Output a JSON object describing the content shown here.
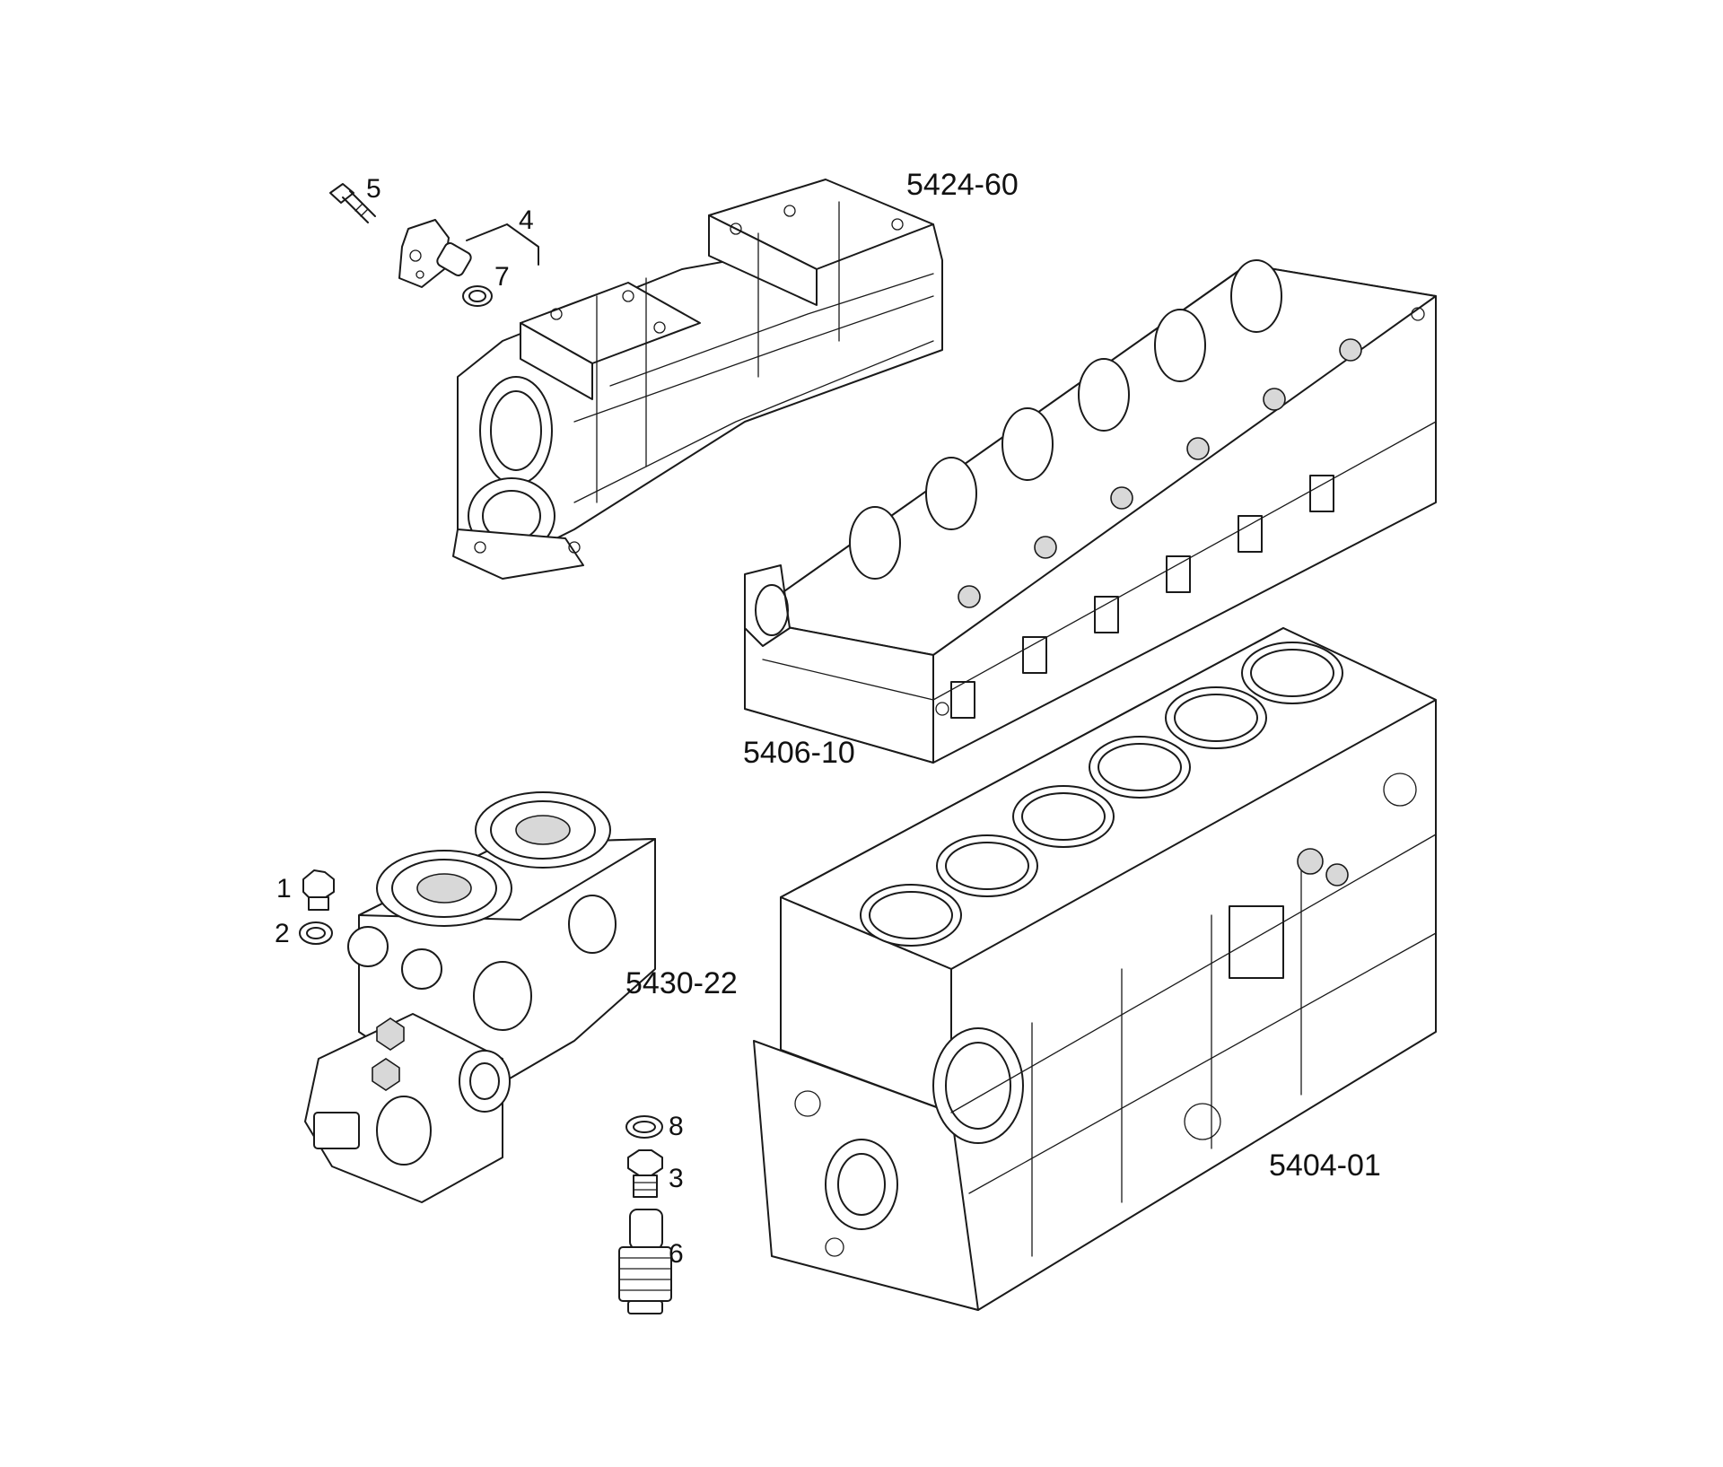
{
  "diagram": {
    "group_labels": {
      "intake_manifold": "5424-60",
      "cylinder_head": "5406-10",
      "oil_filter_housing": "5430-22",
      "cylinder_block": "5404-01"
    },
    "item_labels": {
      "item_1": "1",
      "item_2": "2",
      "item_3": "3",
      "item_4": "4",
      "item_5": "5",
      "item_6": "6",
      "item_7": "7",
      "item_8": "8"
    }
  }
}
